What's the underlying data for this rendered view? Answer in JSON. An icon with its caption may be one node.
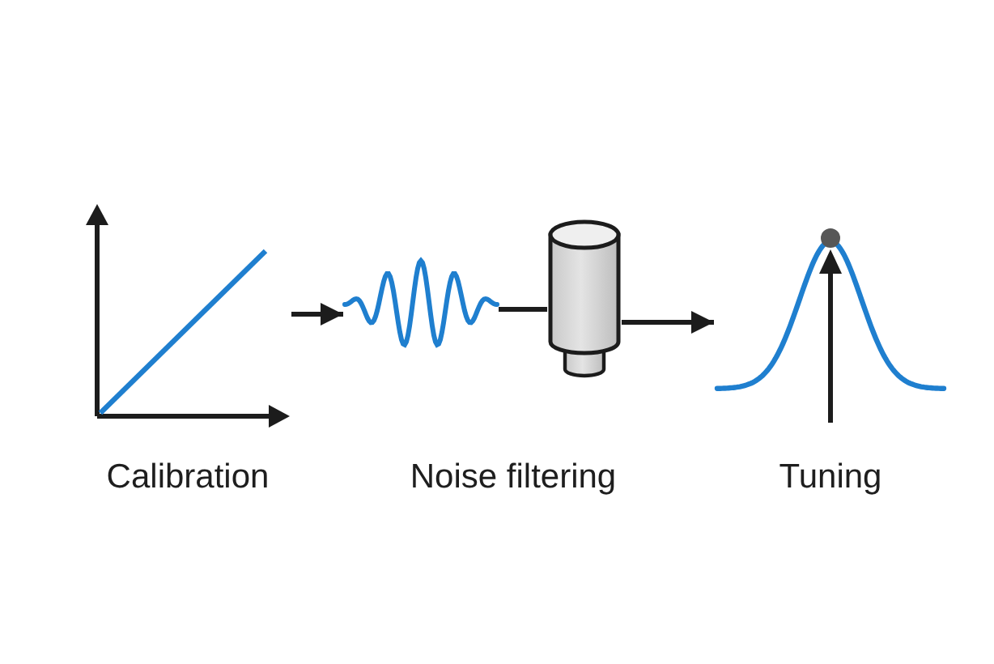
{
  "diagram": {
    "nodes": [
      {
        "text": [],
        "shape": "picture",
        "beside": [
          "Calibration"
        ]
      },
      {
        "text": [],
        "shape": "picture"
      },
      {
        "text": [],
        "shape": "picture"
      },
      {
        "text": [],
        "shape": "picture",
        "beside": [
          "Tuning"
        ]
      }
    ],
    "edges": [
      {
        "from": 0,
        "to": 1,
        "arrow": "to"
      },
      {
        "from": 1,
        "to": 2,
        "arrow": "none"
      },
      {
        "from": 2,
        "to": 3,
        "arrow": "to"
      }
    ],
    "labels": [
      "Noise filtering"
    ]
  }
}
